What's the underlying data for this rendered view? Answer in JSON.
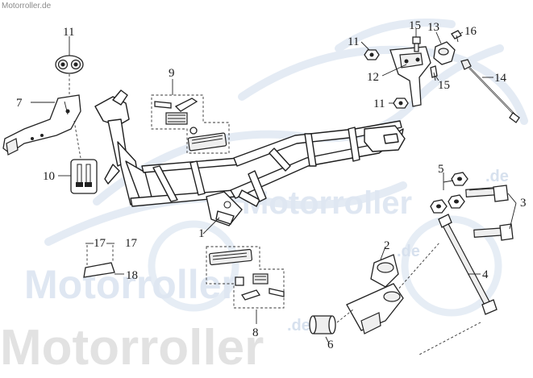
{
  "watermark": {
    "site_label": "Motorroller.de",
    "brand": "Motorroller",
    "suffix": ".de"
  },
  "callouts": [
    {
      "id": "c1",
      "label": "1"
    },
    {
      "id": "c2",
      "label": "2"
    },
    {
      "id": "c3",
      "label": "3"
    },
    {
      "id": "c4",
      "label": "4"
    },
    {
      "id": "c5",
      "label": "5"
    },
    {
      "id": "c6",
      "label": "6"
    },
    {
      "id": "c7",
      "label": "7"
    },
    {
      "id": "c8",
      "label": "8"
    },
    {
      "id": "c9",
      "label": "9"
    },
    {
      "id": "c10",
      "label": "10"
    },
    {
      "id": "c11a",
      "label": "11"
    },
    {
      "id": "c11b",
      "label": "11"
    },
    {
      "id": "c11c",
      "label": "11"
    },
    {
      "id": "c12",
      "label": "12"
    },
    {
      "id": "c13",
      "label": "13"
    },
    {
      "id": "c14",
      "label": "14"
    },
    {
      "id": "c15a",
      "label": "15"
    },
    {
      "id": "c15b",
      "label": "15"
    },
    {
      "id": "c16",
      "label": "16"
    },
    {
      "id": "c17a",
      "label": "17"
    },
    {
      "id": "c17b",
      "label": "17"
    },
    {
      "id": "c18",
      "label": "18"
    }
  ]
}
